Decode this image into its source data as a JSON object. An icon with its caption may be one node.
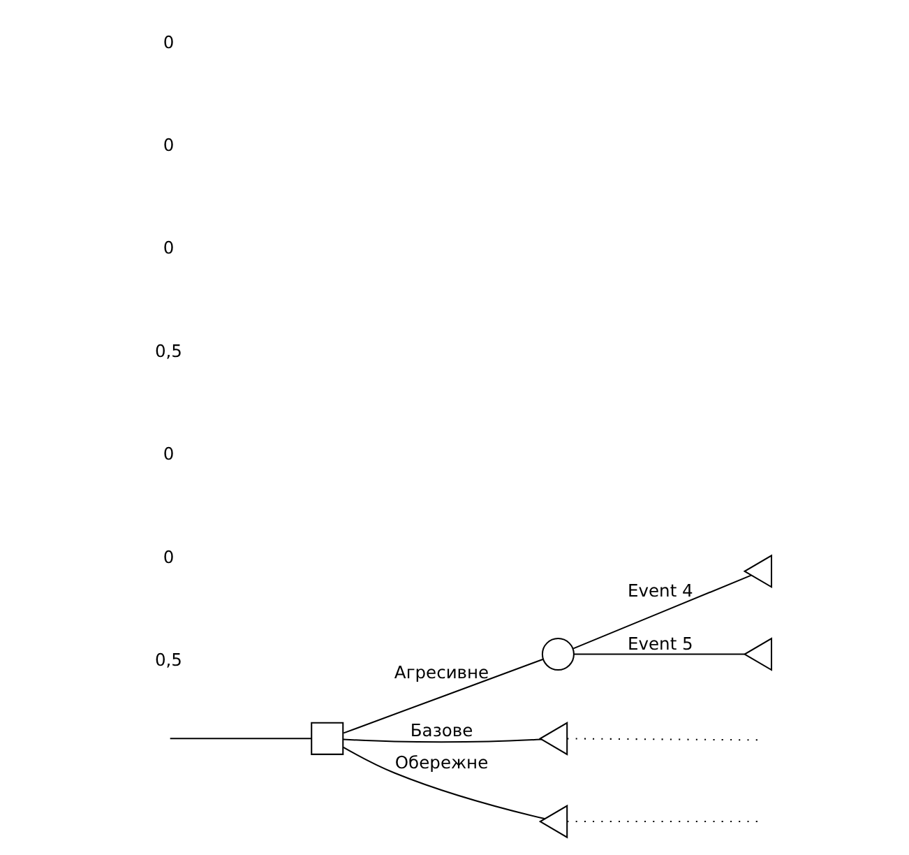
{
  "diagram": {
    "nodes": [
      {
        "text": [],
        "shape": "box"
      },
      {
        "text": [],
        "shape": "circle"
      },
      {
        "text": [],
        "shape": "triangle"
      },
      {
        "text": [],
        "shape": "triangle"
      },
      {
        "text": [],
        "shape": "triangle"
      },
      {
        "text": [],
        "shape": "triangle"
      }
    ],
    "edges": [
      {
        "from": null,
        "to": 0,
        "arrow": "none"
      },
      {
        "from": 0,
        "to": 1,
        "arrow": "none",
        "label": "Агресивне"
      },
      {
        "from": 1,
        "to": 2,
        "arrow": "none",
        "label": "Event 4"
      },
      {
        "from": 1,
        "to": 3,
        "arrow": "none",
        "label": "Event 5"
      },
      {
        "from": 0,
        "to": 4,
        "arrow": "none",
        "label": "Базове"
      },
      {
        "from": 0,
        "to": 5,
        "arrow": "none",
        "label": "Обережне"
      },
      {
        "from": 4,
        "to": null,
        "arrow": "none",
        "style": "dashed"
      },
      {
        "from": 5,
        "to": null,
        "arrow": "none",
        "style": "dashed"
      }
    ],
    "labels": [
      "0,5",
      "0",
      "0",
      "0,5",
      "0",
      "0",
      "0"
    ]
  }
}
